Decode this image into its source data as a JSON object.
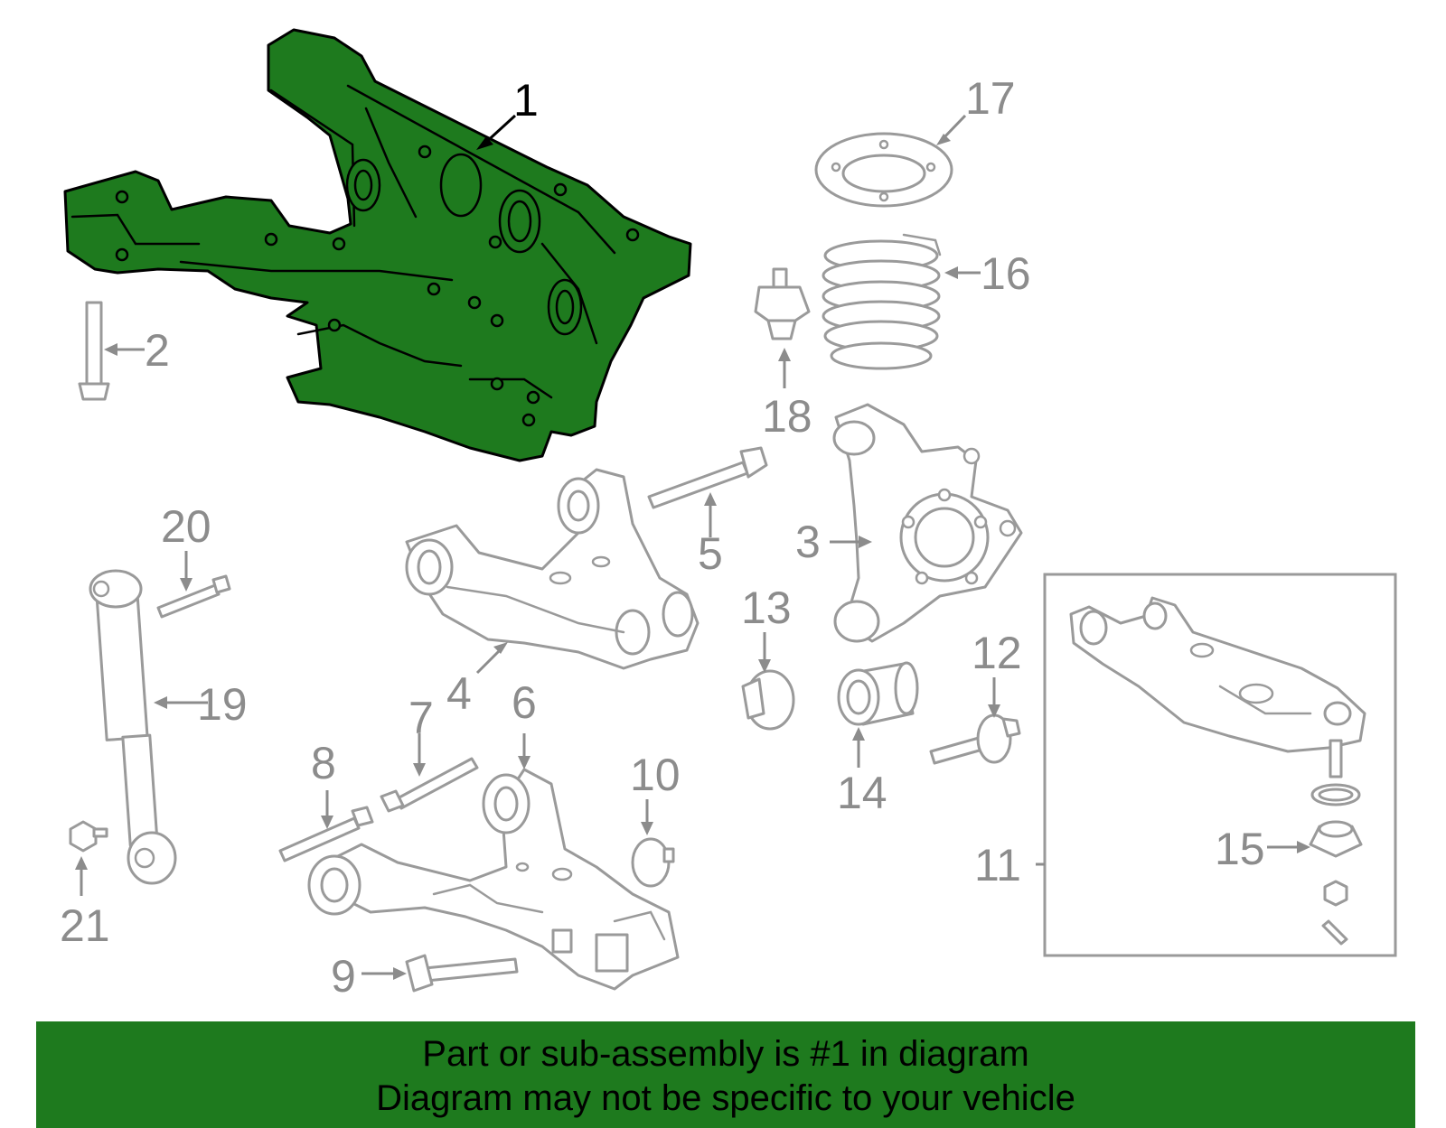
{
  "colors": {
    "highlight_fill": "#1e7a1e",
    "part_line": "#9a9a9a",
    "banner": "#1e7a1e"
  },
  "callouts": {
    "c1": "1",
    "c2": "2",
    "c3": "3",
    "c4": "4",
    "c5": "5",
    "c6": "6",
    "c7": "7",
    "c8": "8",
    "c9": "9",
    "c10": "10",
    "c11": "11",
    "c12": "12",
    "c13": "13",
    "c14": "14",
    "c15": "15",
    "c16": "16",
    "c17": "17",
    "c18": "18",
    "c19": "19",
    "c20": "20",
    "c21": "21"
  },
  "banner": {
    "line1": "Part or sub-assembly is #1 in diagram",
    "line2": "Diagram may not be specific to your vehicle"
  }
}
